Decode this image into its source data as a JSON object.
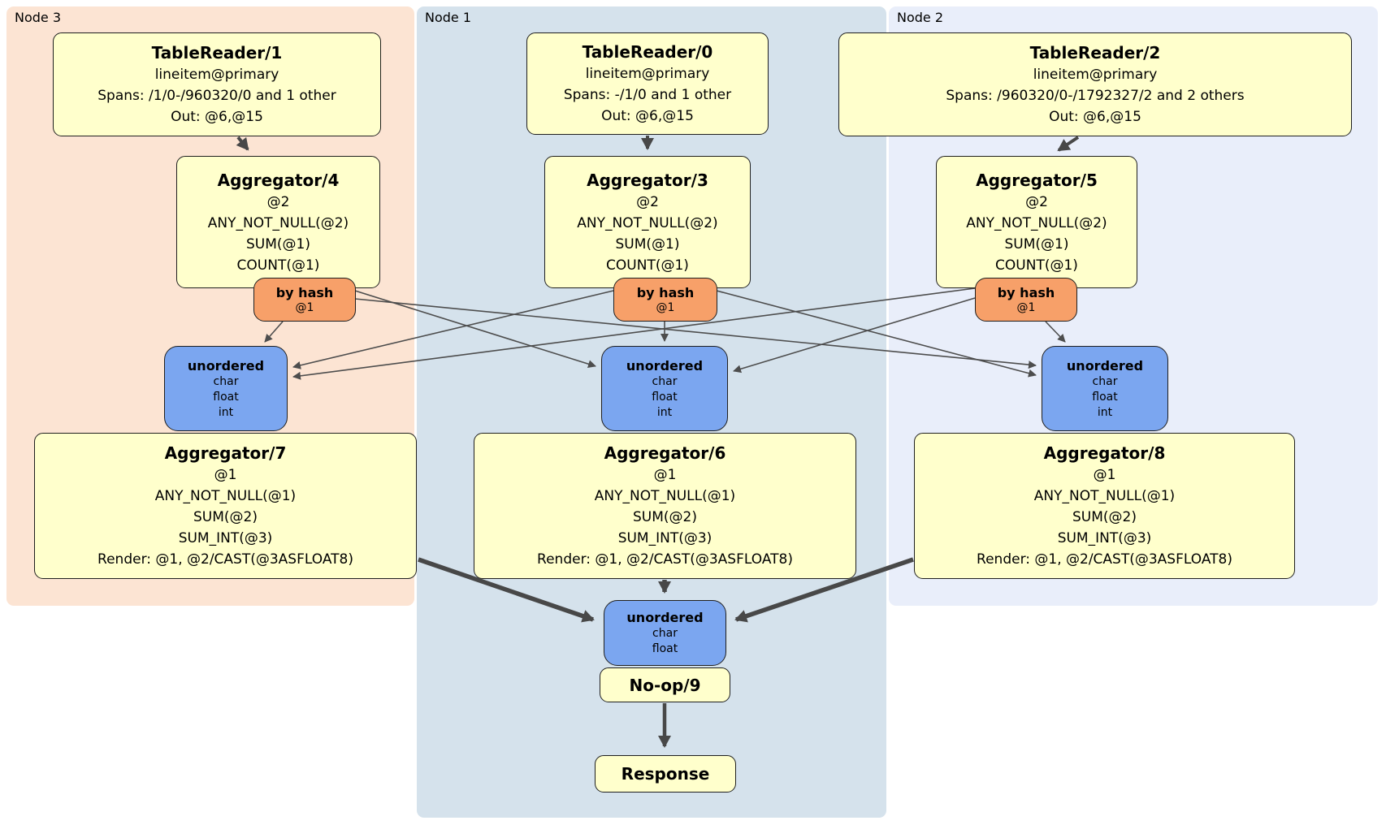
{
  "colors": {
    "node3_bg": "#fce4d3",
    "node1_bg": "#d5e2ec",
    "node2_bg": "#e9eefa",
    "plan_box_bg": "#ffffcc",
    "router_bg": "#f7a069",
    "sync_bg": "#7ba6f0",
    "edge": "#4d4d4d"
  },
  "nodes": [
    {
      "label": "Node 3",
      "table_reader": {
        "title": "TableReader/1",
        "lines": [
          "lineitem@primary",
          "Spans: /1/0-/960320/0 and 1 other",
          "Out: @6,@15"
        ]
      },
      "aggregator_top": {
        "title": "Aggregator/4",
        "lines": [
          "@2",
          "ANY_NOT_NULL(@2)",
          "SUM(@1)",
          "COUNT(@1)"
        ]
      },
      "router": {
        "title": "by hash",
        "lines": [
          "@1"
        ]
      },
      "sync": {
        "title": "unordered",
        "lines": [
          "char",
          "float",
          "int"
        ]
      },
      "aggregator_bottom": {
        "title": "Aggregator/7",
        "lines": [
          "@1",
          "ANY_NOT_NULL(@1)",
          "SUM(@2)",
          "SUM_INT(@3)",
          "Render: @1, @2/CAST(@3ASFLOAT8)"
        ]
      }
    },
    {
      "label": "Node 1",
      "table_reader": {
        "title": "TableReader/0",
        "lines": [
          "lineitem@primary",
          "Spans: -/1/0 and 1 other",
          "Out: @6,@15"
        ]
      },
      "aggregator_top": {
        "title": "Aggregator/3",
        "lines": [
          "@2",
          "ANY_NOT_NULL(@2)",
          "SUM(@1)",
          "COUNT(@1)"
        ]
      },
      "router": {
        "title": "by hash",
        "lines": [
          "@1"
        ]
      },
      "sync": {
        "title": "unordered",
        "lines": [
          "char",
          "float",
          "int"
        ]
      },
      "aggregator_bottom": {
        "title": "Aggregator/6",
        "lines": [
          "@1",
          "ANY_NOT_NULL(@1)",
          "SUM(@2)",
          "SUM_INT(@3)",
          "Render: @1, @2/CAST(@3ASFLOAT8)"
        ]
      }
    },
    {
      "label": "Node 2",
      "table_reader": {
        "title": "TableReader/2",
        "lines": [
          "lineitem@primary",
          "Spans: /960320/0-/1792327/2 and 2 others",
          "Out: @6,@15"
        ]
      },
      "aggregator_top": {
        "title": "Aggregator/5",
        "lines": [
          "@2",
          "ANY_NOT_NULL(@2)",
          "SUM(@1)",
          "COUNT(@1)"
        ]
      },
      "router": {
        "title": "by hash",
        "lines": [
          "@1"
        ]
      },
      "sync": {
        "title": "unordered",
        "lines": [
          "char",
          "float",
          "int"
        ]
      },
      "aggregator_bottom": {
        "title": "Aggregator/8",
        "lines": [
          "@1",
          "ANY_NOT_NULL(@1)",
          "SUM(@2)",
          "SUM_INT(@3)",
          "Render: @1, @2/CAST(@3ASFLOAT8)"
        ]
      }
    }
  ],
  "final_stage": {
    "sync": {
      "title": "unordered",
      "lines": [
        "char",
        "float"
      ]
    },
    "noop": {
      "title": "No-op/9"
    },
    "response": {
      "title": "Response"
    }
  },
  "edges": [
    {
      "from": "TableReader/1",
      "to": "Aggregator/4"
    },
    {
      "from": "TableReader/0",
      "to": "Aggregator/3"
    },
    {
      "from": "TableReader/2",
      "to": "Aggregator/5"
    },
    {
      "from": "by hash (Node 3)",
      "to": "unordered (Node 3)"
    },
    {
      "from": "by hash (Node 3)",
      "to": "unordered (Node 1)"
    },
    {
      "from": "by hash (Node 3)",
      "to": "unordered (Node 2)"
    },
    {
      "from": "by hash (Node 1)",
      "to": "unordered (Node 3)"
    },
    {
      "from": "by hash (Node 1)",
      "to": "unordered (Node 1)"
    },
    {
      "from": "by hash (Node 1)",
      "to": "unordered (Node 2)"
    },
    {
      "from": "by hash (Node 2)",
      "to": "unordered (Node 3)"
    },
    {
      "from": "by hash (Node 2)",
      "to": "unordered (Node 1)"
    },
    {
      "from": "by hash (Node 2)",
      "to": "unordered (Node 2)"
    },
    {
      "from": "Aggregator/7",
      "to": "unordered (final)"
    },
    {
      "from": "Aggregator/6",
      "to": "unordered (final)"
    },
    {
      "from": "Aggregator/8",
      "to": "unordered (final)"
    },
    {
      "from": "No-op/9",
      "to": "Response"
    }
  ]
}
